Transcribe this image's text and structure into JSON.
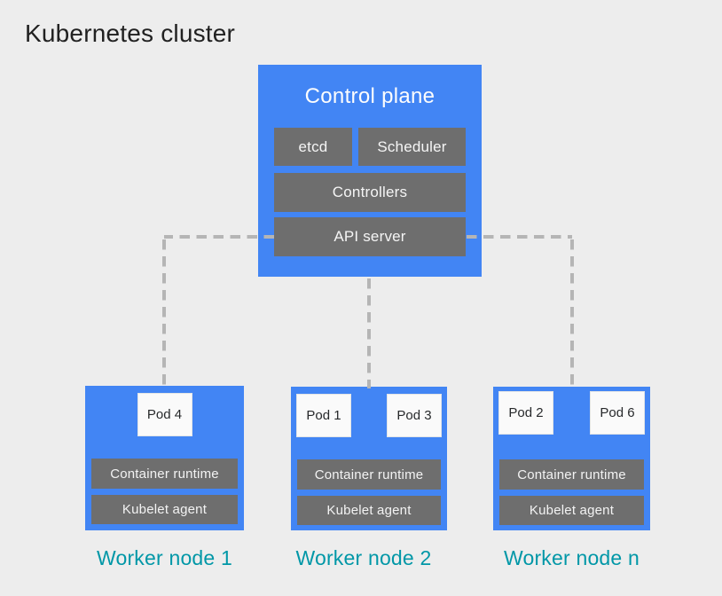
{
  "title": "Kubernetes cluster",
  "colors": {
    "background": "#ededed",
    "node_blue": "#4285f4",
    "component_gray": "#6e6e6e",
    "pod_white": "#fafafa",
    "worker_label_teal": "#0097a7",
    "connector_gray": "#b5b5b5",
    "title_text": "#212121",
    "light_text": "#f5f5f5"
  },
  "control_plane": {
    "title": "Control plane",
    "etcd": "etcd",
    "scheduler": "Scheduler",
    "controllers": "Controllers",
    "api_server": "API server"
  },
  "worker_nodes": [
    {
      "label": "Worker node 1",
      "pods": [
        "Pod 4"
      ],
      "container_runtime": "Container runtime",
      "kubelet": "Kubelet agent"
    },
    {
      "label": "Worker node 2",
      "pods": [
        "Pod 1",
        "Pod 3"
      ],
      "container_runtime": "Container runtime",
      "kubelet": "Kubelet agent"
    },
    {
      "label": "Worker node n",
      "pods": [
        "Pod 2",
        "Pod 6"
      ],
      "container_runtime": "Container runtime",
      "kubelet": "Kubelet agent"
    }
  ]
}
